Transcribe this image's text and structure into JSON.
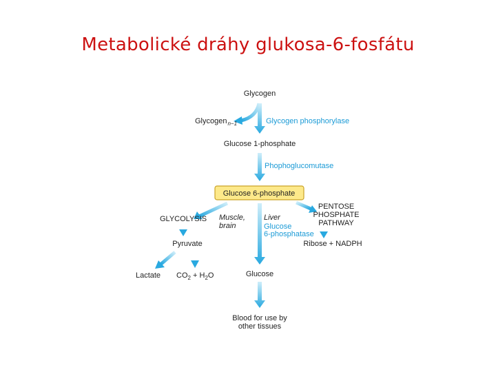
{
  "title": "Metabolické dráhy glukosa-6-fosfátu",
  "colors": {
    "title": "#cc1111",
    "arrow": "#29a9e0",
    "enzyme_text": "#1a9ad6",
    "highlight_fill": "#fde98a",
    "highlight_stroke": "#c9a227"
  },
  "nodes": {
    "glycogen": "Glycogen",
    "glycogen_n1_base": "Glycogen",
    "glycogen_n1_sub": "n−1",
    "glucose_1_phosphate": "Glucose 1-phosphate",
    "glucose_6_phosphate": "Glucose 6-phosphate",
    "glycolysis": "GLYCOLYSIS",
    "muscle_brain_line1": "Muscle,",
    "muscle_brain_line2": "brain",
    "liver": "Liver",
    "pentose_line1": "PENTOSE",
    "pentose_line2": "PHOSPHATE",
    "pentose_line3": "PATHWAY",
    "pyruvate": "Pyruvate",
    "ribose_nadph": "Ribose + NADPH",
    "lactate": "Lactate",
    "co2_h2o_a": "CO",
    "co2_h2o_sub1": "2",
    "co2_h2o_b": " + H",
    "co2_h2o_sub2": "2",
    "co2_h2o_c": "O",
    "glucose": "Glucose",
    "blood_line1": "Blood for use by",
    "blood_line2": "other tissues"
  },
  "enzymes": {
    "glycogen_phosphorylase": "Glycogen phosphorylase",
    "phosphoglucomutase": "Phophoglucomutase",
    "g6pase_line1": "Glucose",
    "g6pase_line2": "6-phosphatase"
  }
}
